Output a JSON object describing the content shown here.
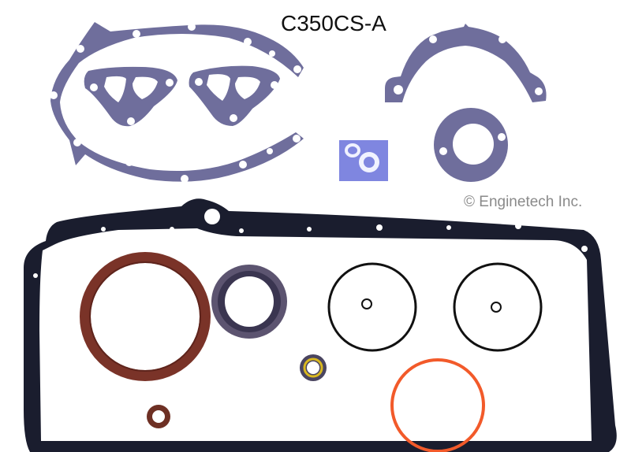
{
  "product": {
    "part_number": "C350CS-A",
    "copyright": "© Enginetech Inc."
  },
  "colors": {
    "background": "#ffffff",
    "fiber_gasket": "#6f6e9c",
    "oil_pan_gasket": "#1a1d2e",
    "brown_seal": "#7a3328",
    "orange_oring": "#f25a2a",
    "black_oring": "#111111",
    "yellow_lip": "#d9b81f",
    "blue_tab": "#7f86e0"
  },
  "parts": [
    {
      "name": "timing-cover-gasket"
    },
    {
      "name": "water-pump-gasket-left"
    },
    {
      "name": "water-pump-gasket-right"
    },
    {
      "name": "rear-main-half-gasket"
    },
    {
      "name": "round-flange-gasket"
    },
    {
      "name": "nylon-washers"
    },
    {
      "name": "oil-pan-gasket"
    },
    {
      "name": "rear-main-seal"
    },
    {
      "name": "timing-cover-seal"
    },
    {
      "name": "o-ring-large-1"
    },
    {
      "name": "o-ring-large-2"
    },
    {
      "name": "small-seal-yellow"
    },
    {
      "name": "orange-o-ring"
    },
    {
      "name": "small-brown-seal"
    }
  ]
}
